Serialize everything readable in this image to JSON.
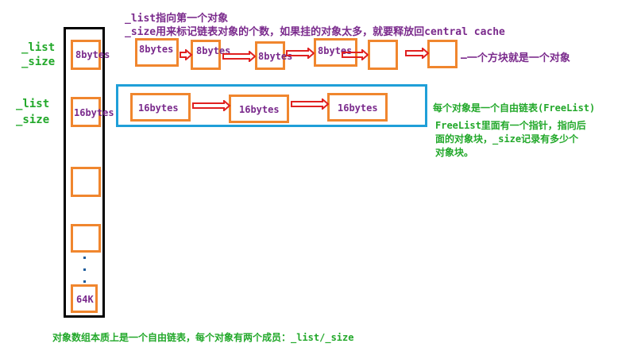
{
  "labels": {
    "list_1": "_list",
    "size_1": "_size",
    "list_2": "_list",
    "size_2": "_size"
  },
  "annotations": {
    "top_line1": "_list指向第一个对象",
    "top_line2": "_size用来标记链表对象的个数，如果挂的对象太多，就要释放回central cache",
    "one_block": "一个方块就是一个对象",
    "freelist_title": "每个对象是一个自由链表(FreeList)",
    "freelist_desc_1": "FreeList里面有一个指针，指向后",
    "freelist_desc_2": "面的对象块，_size记录有多少个",
    "freelist_desc_3": "对象块。",
    "bottom": "对象数组本质上是一个自由链表，每个对象有两个成员：_list/_size"
  },
  "array_cells": {
    "cell_1": "8bytes",
    "cell_2": "16bytes",
    "cell_last": "64K"
  },
  "chain_8": [
    "8bytes",
    "8bytes",
    "8bytes",
    "8bytes"
  ],
  "chain_16": [
    "16bytes",
    "16bytes",
    "16bytes"
  ],
  "colors": {
    "object_border": "#f0862e",
    "arrow": "#e02020",
    "annotation_green": "#22a82a",
    "annotation_purple": "#7a2a8c",
    "freelist_frame": "#1f9fd8",
    "array_frame": "#000000"
  }
}
